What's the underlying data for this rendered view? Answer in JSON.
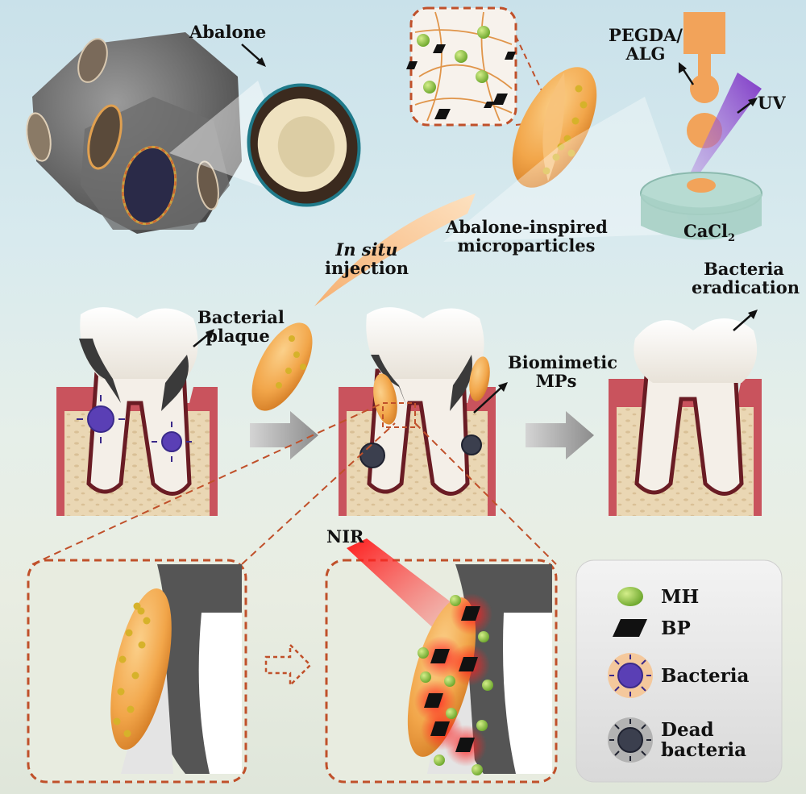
{
  "labels": {
    "abalone": "Abalone",
    "pegda_line1": "PEGDA/",
    "pegda_line2": "ALG",
    "uv": "UV",
    "cacl2": "CaCl",
    "cacl2_sub": "2",
    "in_situ_italic": "In situ",
    "injection": "injection",
    "abalone_inspired_line1": "Abalone-inspired",
    "abalone_inspired_line2": "microparticles",
    "bacterial_line1": "Bacterial",
    "bacterial_line2": "plaque",
    "biomimetic_line1": "Biomimetic",
    "biomimetic_line2": "MPs",
    "bacteria_line1": "Bacteria",
    "bacteria_line2": "eradication",
    "nir": "NIR"
  },
  "legend": {
    "items": [
      {
        "symbol": "green-sphere",
        "label": "MH"
      },
      {
        "symbol": "black-rhombus",
        "label": "BP"
      },
      {
        "symbol": "bacterium",
        "label": "Bacteria"
      },
      {
        "symbol": "dead-bacterium",
        "label_line1": "Dead",
        "label_line2": "bacteria"
      }
    ]
  },
  "colors": {
    "microparticle": "#f2a64a",
    "mh": "#8cc63f",
    "bp": "#111111",
    "gum": "#c9535d",
    "bone": "#ead7b4",
    "plaque": "#3a3a3a",
    "nir": "#e8141a",
    "dashed_border": "#c0502a",
    "uv": "#8a3fc4"
  }
}
